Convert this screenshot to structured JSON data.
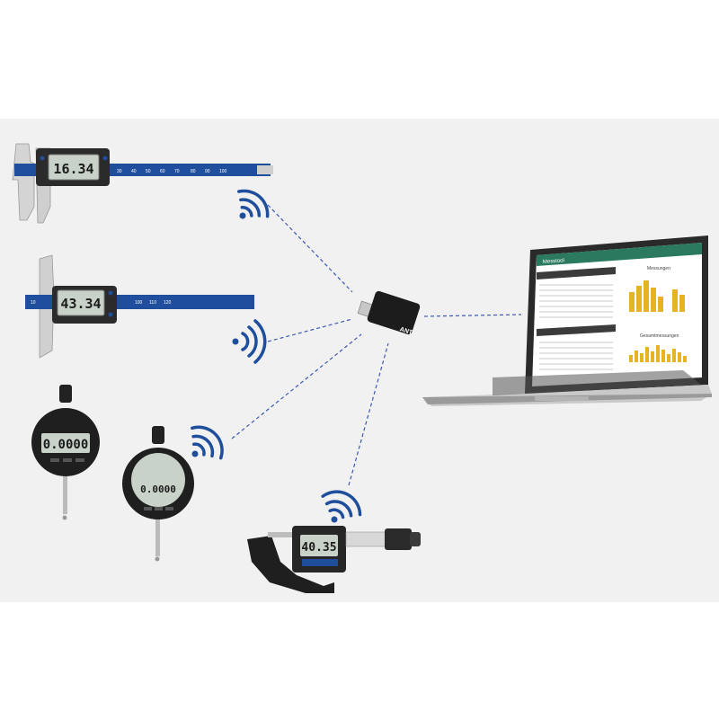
{
  "devices": {
    "caliper": {
      "reading": "16.34"
    },
    "depth_gauge": {
      "reading": "43.34"
    },
    "indicator_left": {
      "reading": "0.0000"
    },
    "indicator_right": {
      "reading": "0.0000"
    },
    "micrometer": {
      "reading": "40.35"
    }
  },
  "receiver": {
    "label": "ANT"
  },
  "laptop": {
    "app_title": "Messtool",
    "chart_top_title": "Messungen",
    "chart_bottom_title": "Gesamtmessungen"
  },
  "colors": {
    "accent_blue": "#1f4e9c",
    "link_line": "#3a5bb0",
    "chart_bar": "#e6b422",
    "app_header": "#2b7a5f"
  },
  "icons": [
    "wireless-signal-icon"
  ]
}
